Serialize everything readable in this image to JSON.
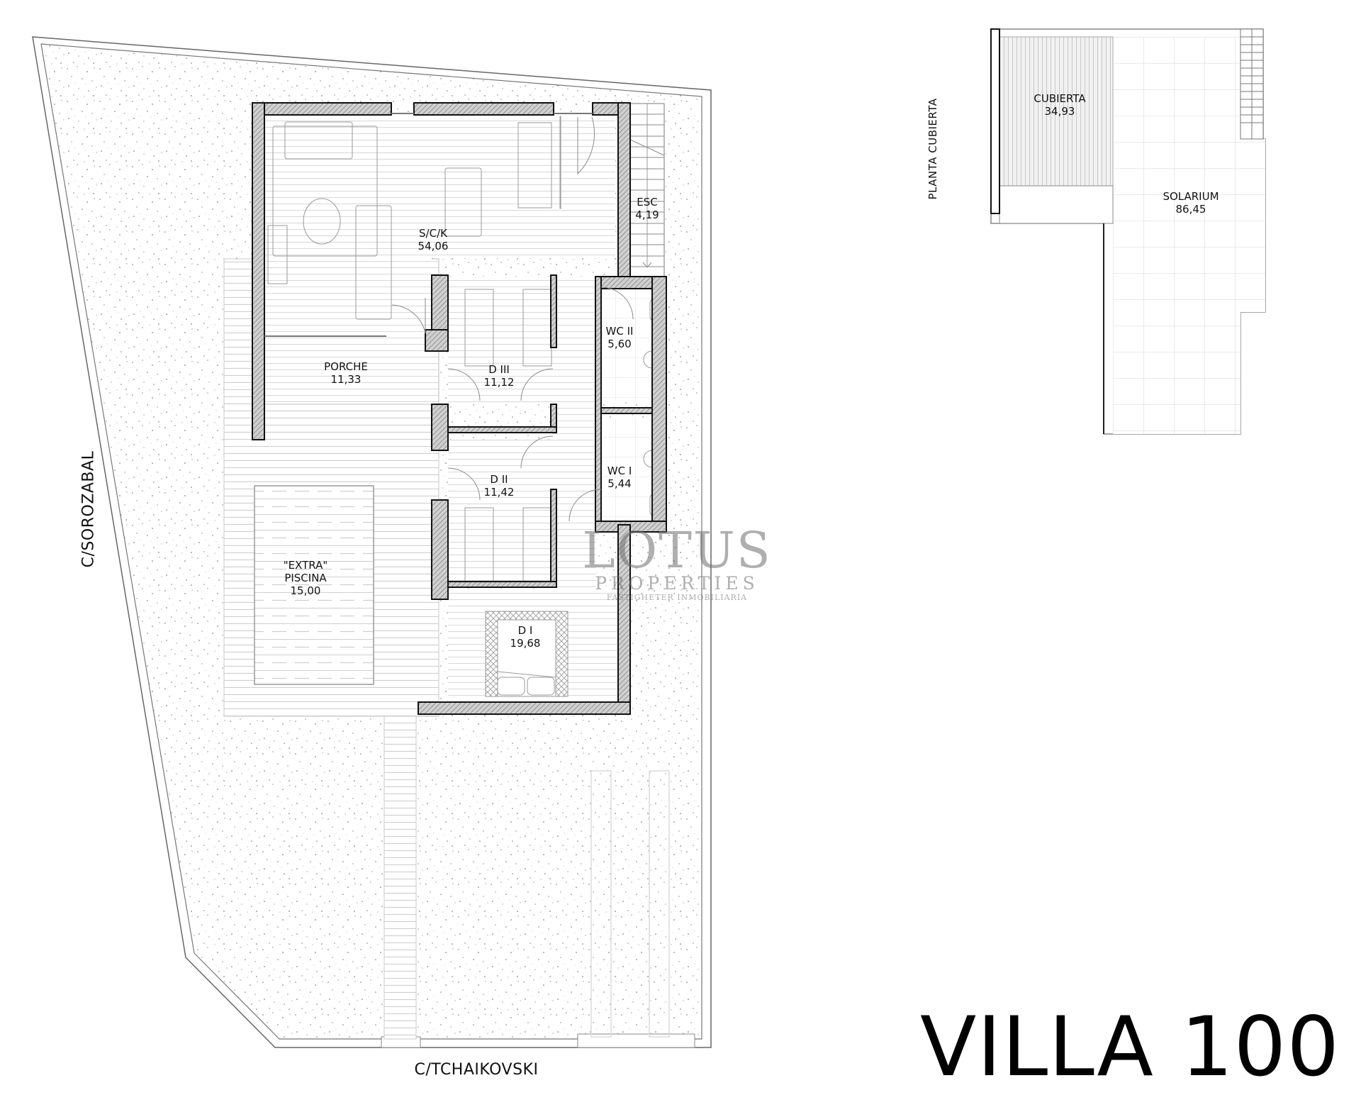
{
  "title": "VILLA 100",
  "streets": {
    "left": "C/SOROZABAL",
    "bottom": "C/TCHAIKOVSKI"
  },
  "ground_floor": {
    "rooms": [
      {
        "id": "sck",
        "name": "S/C/K",
        "area": "54,06"
      },
      {
        "id": "esc",
        "name": "ESC",
        "area": "4,19"
      },
      {
        "id": "porche",
        "name": "PORCHE",
        "area": "11,33"
      },
      {
        "id": "d3",
        "name": "D III",
        "area": "11,12"
      },
      {
        "id": "wc2",
        "name": "WC II",
        "area": "5,60"
      },
      {
        "id": "d2",
        "name": "D II",
        "area": "11,42"
      },
      {
        "id": "wc1",
        "name": "WC I",
        "area": "5,44"
      },
      {
        "id": "piscina",
        "tag": "\"EXTRA\"",
        "name": "PISCINA",
        "area": "15,00"
      },
      {
        "id": "d1",
        "name": "D I",
        "area": "19,68"
      }
    ]
  },
  "roof_plan": {
    "label": "PLANTA CUBIERTA",
    "rooms": [
      {
        "id": "cubierta",
        "name": "CUBIERTA",
        "area": "34,93"
      },
      {
        "id": "solarium",
        "name": "SOLARIUM",
        "area": "86,45"
      }
    ]
  },
  "watermark": {
    "brand": "LOTUS",
    "sub": "PROPERTIES",
    "tagline": "FASTIGHETER INMOBILIARIA"
  },
  "colors": {
    "wall_fill": "#b8b8b8",
    "line": "#111111",
    "floor_lines": "#d6d6d6",
    "watermark": "#8a8a8a"
  }
}
